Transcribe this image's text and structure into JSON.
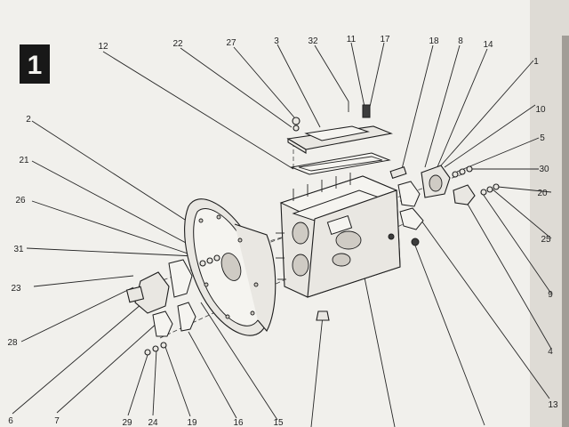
{
  "plate": {
    "number": "1"
  },
  "callouts": [
    {
      "label": "12"
    },
    {
      "label": "22"
    },
    {
      "label": "27"
    },
    {
      "label": "3"
    },
    {
      "label": "32"
    },
    {
      "label": "11"
    },
    {
      "label": "17"
    },
    {
      "label": "18"
    },
    {
      "label": "8"
    },
    {
      "label": "14"
    },
    {
      "label": "2"
    },
    {
      "label": "21"
    },
    {
      "label": "26"
    },
    {
      "label": "31"
    },
    {
      "label": "23"
    },
    {
      "label": "28"
    },
    {
      "label": "6"
    },
    {
      "label": "7"
    },
    {
      "label": "29"
    },
    {
      "label": "24"
    },
    {
      "label": "19"
    },
    {
      "label": "16"
    },
    {
      "label": "15"
    },
    {
      "label": "4"
    },
    {
      "label": "13"
    },
    {
      "label": "9"
    },
    {
      "label": "1"
    },
    {
      "label": "10"
    },
    {
      "label": "20"
    },
    {
      "label": "25"
    },
    {
      "label": "30"
    },
    {
      "label": "5"
    }
  ]
}
